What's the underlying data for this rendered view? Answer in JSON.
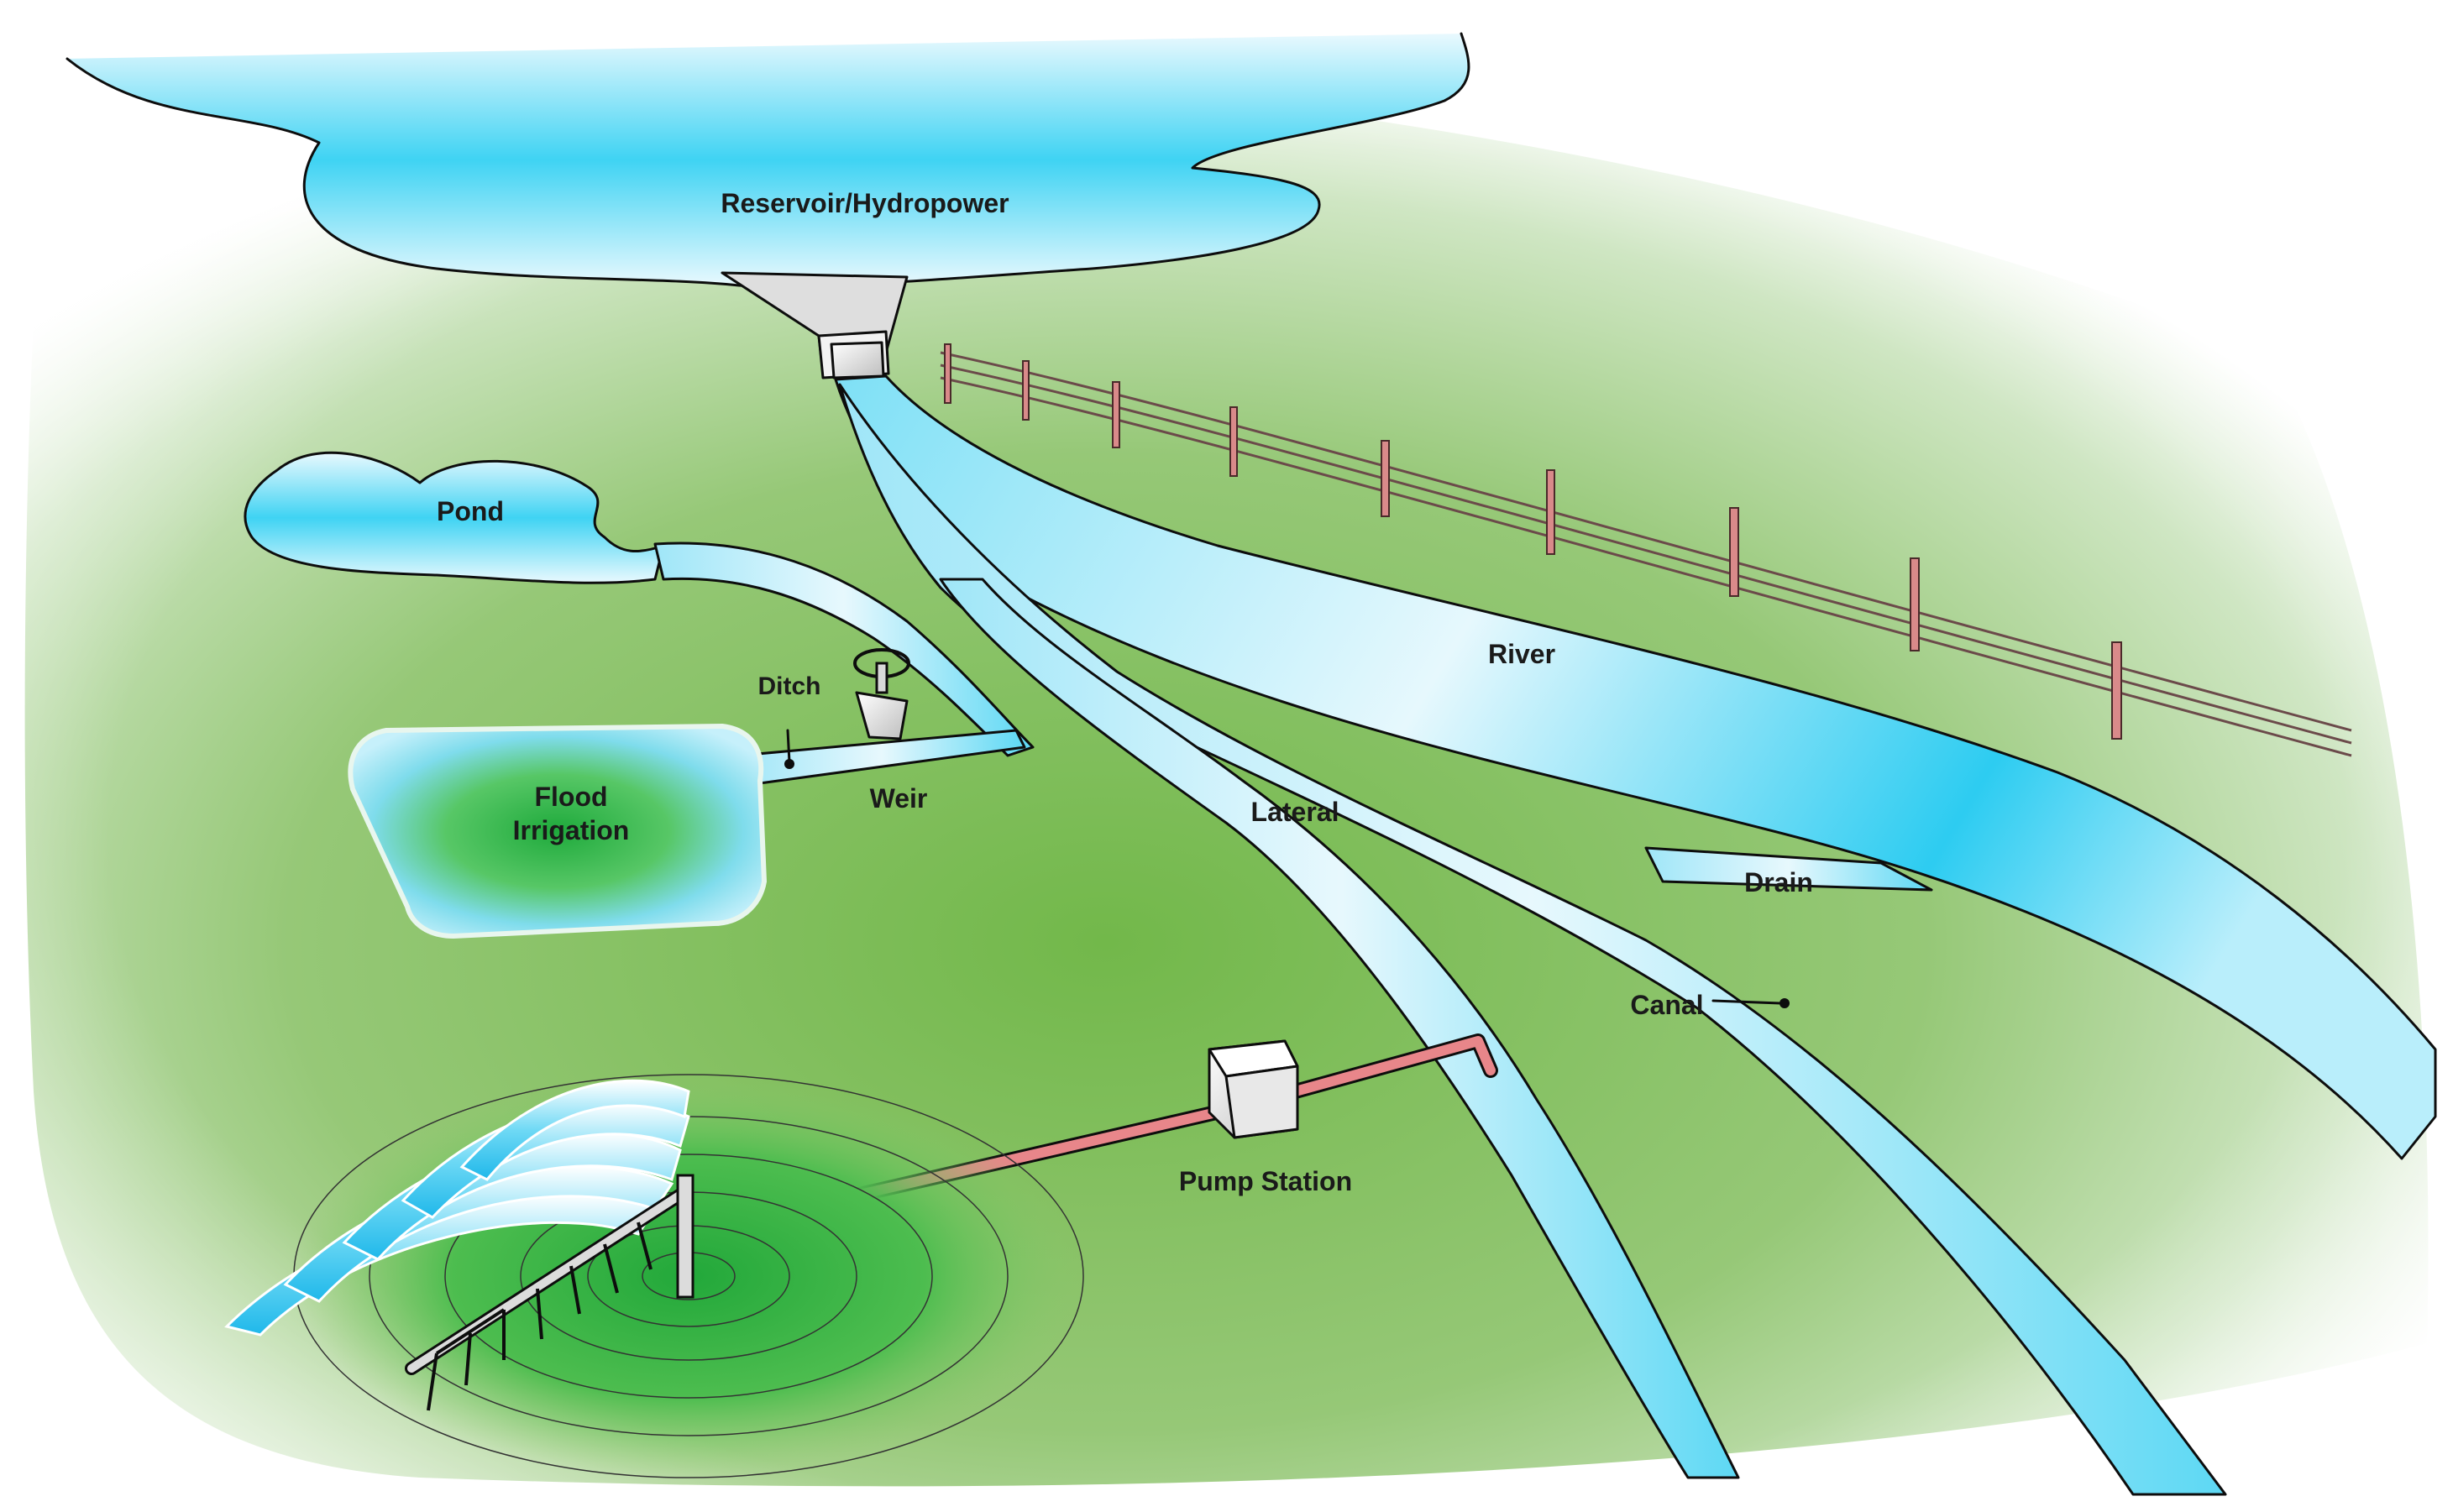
{
  "labels": {
    "reservoir": "Reservoir/Hydropower",
    "pond": "Pond",
    "river": "River",
    "ditch": "Ditch",
    "weir": "Weir",
    "flood_line1": "Flood",
    "flood_line2": "Irrigation",
    "lateral": "Lateral",
    "drain": "Drain",
    "canal": "Canal",
    "pump_station": "Pump Station"
  },
  "colors": {
    "water": "#3fd0f0",
    "water_light": "#dff6fd",
    "land": "#7fc15a",
    "land_dark": "#2ea53a",
    "pipe": "#e8868a",
    "pole": "#d98a8a",
    "structure": "#e6e6e6"
  }
}
